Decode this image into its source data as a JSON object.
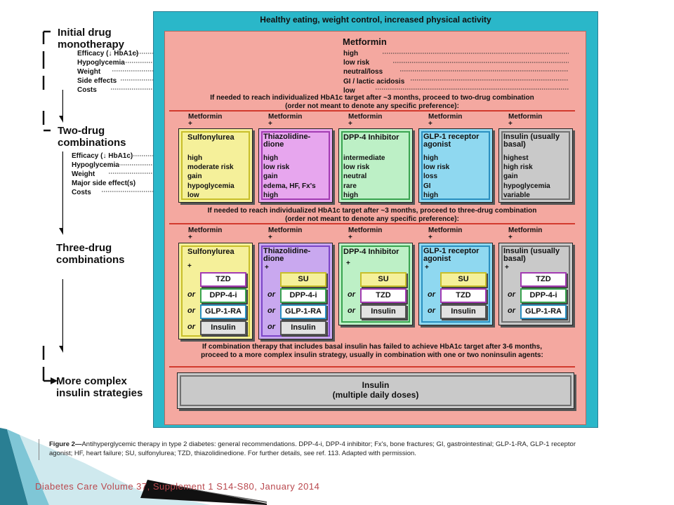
{
  "outer_banner": "Healthy eating, weight control, increased physical activity",
  "left_labels": {
    "initial": [
      "Initial drug",
      "monotherapy"
    ],
    "two_drug": [
      "Two-drug",
      "combinations"
    ],
    "three_drug": [
      "Three-drug",
      "combinations"
    ],
    "complex": [
      "More complex",
      "insulin strategies"
    ]
  },
  "mono_criteria": [
    "Efficacy (↓ HbA1c)",
    "Hypoglycemia",
    "Weight",
    "Side effects",
    "Costs"
  ],
  "two_criteria": [
    "Efficacy (↓ HbA1c)",
    "Hypoglycemia",
    "Weight",
    "Major side effect(s)",
    "Costs"
  ],
  "metformin": {
    "title": "Metformin",
    "values": [
      "high",
      "low risk",
      "neutral/loss",
      "GI / lactic acidosis",
      "low"
    ]
  },
  "note1": [
    "If needed to reach individualized HbA1c target after ~3 months, proceed to two-drug combination",
    "(order not meant to denote any specific preference):"
  ],
  "note2": [
    "If needed to reach individualized HbA1c target after ~3 months, proceed to three-drug combination",
    "(order not meant to denote any specific preference):"
  ],
  "note3": [
    "If combination therapy that includes basal insulin has failed to achieve HbA1c target after 3-6 months,",
    "proceed to a more complex insulin strategy, usually in combination with one or two noninsulin agents:"
  ],
  "metformin_plus": "Metformin",
  "plus": "+",
  "or_label": "or",
  "two_drug": [
    {
      "name": [
        "Sulfonylurea"
      ],
      "color": "#f5f09a",
      "border": "#c8bf2a",
      "values": [
        "high",
        "moderate risk",
        "gain",
        "hypoglycemia",
        "low"
      ]
    },
    {
      "name": [
        "Thiazolidine-",
        "dione"
      ],
      "color": "#e7a6ee",
      "border": "#a33bb3",
      "values": [
        "high",
        "low risk",
        "gain",
        "edema, HF, Fx's",
        "high"
      ]
    },
    {
      "name": [
        "DPP-4 Inhibitor"
      ],
      "color": "#bdf0c6",
      "border": "#39a450",
      "values": [
        "intermediate",
        "low risk",
        "neutral",
        "rare",
        "high"
      ]
    },
    {
      "name": [
        "GLP-1 receptor",
        "agonist"
      ],
      "color": "#8fd8f0",
      "border": "#2a8fc0",
      "values": [
        "high",
        "low risk",
        "loss",
        "GI",
        "high"
      ]
    },
    {
      "name": [
        "Insulin (usually",
        "basal)"
      ],
      "color": "#c9c9c9",
      "border": "#707070",
      "values": [
        "highest",
        "high risk",
        "gain",
        "hypoglycemia",
        "variable"
      ]
    }
  ],
  "three_drug": [
    {
      "name": [
        "Sulfonylurea"
      ],
      "color": "#f5f09a",
      "border": "#c8bf2a",
      "addons": [
        "TZD",
        "DPP-4-i",
        "GLP-1-RA",
        "Insulin"
      ]
    },
    {
      "name": [
        "Thiazolidine-",
        "dione"
      ],
      "color": "#c9a8ef",
      "border": "#7c45c8",
      "addons": [
        "SU",
        "DPP-4-i",
        "GLP-1-RA",
        "Insulin"
      ]
    },
    {
      "name": [
        "DPP-4 Inhibitor"
      ],
      "color": "#bdf0c6",
      "border": "#39a450",
      "addons": [
        "SU",
        "TZD",
        "Insulin"
      ]
    },
    {
      "name": [
        "GLP-1 receptor",
        "agonist"
      ],
      "color": "#8fd8f0",
      "border": "#2a8fc0",
      "addons": [
        "SU",
        "TZD",
        "Insulin"
      ]
    },
    {
      "name": [
        "Insulin (usually",
        "basal)"
      ],
      "color": "#c9c9c9",
      "border": "#707070",
      "addons": [
        "TZD",
        "DPP-4-i",
        "GLP-1-RA"
      ]
    }
  ],
  "insulin_final": [
    "Insulin",
    "(multiple daily doses)"
  ],
  "caption_bold": "Figure 2—",
  "caption_text": "Antihyperglycemic therapy in type 2 diabetes: general recommendations. DPP-4-i, DPP-4 inhibitor; Fx's, bone fractures; GI, gastrointestinal; GLP-1-RA, GLP-1 receptor agonist; HF, heart failure; SU, sulfonylurea; TZD, thiazolidinedione. For further details, see ref. 113. Adapted with permission.",
  "footer_citation": "Diabetes Care Volume 37, Supplement 1 S14-S80, January 2014",
  "colors": {
    "teal": "#2ab7c9",
    "salmon": "#f4a8a0",
    "red": "#d23a2e",
    "footer_text": "#b9474d"
  }
}
